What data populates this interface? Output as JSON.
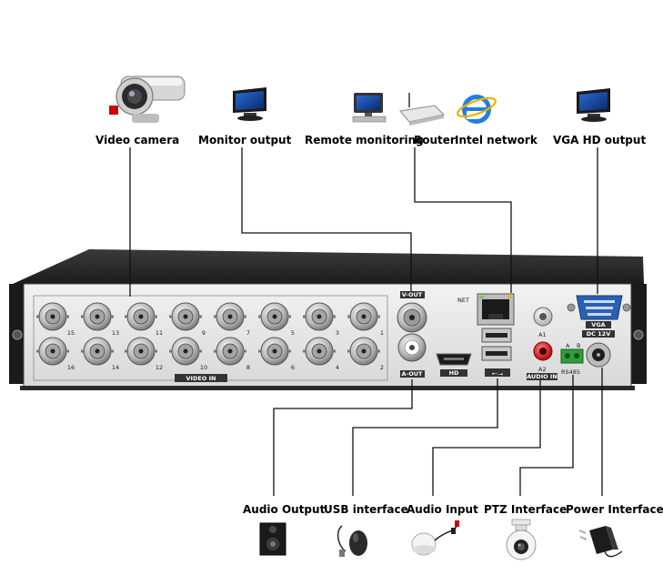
{
  "labels": {
    "video_camera": "Video camera",
    "monitor_output": "Monitor output",
    "remote_monitoring": "Remote monitoring",
    "router": "Router",
    "intel_network": "Intel network",
    "vga_hd_output": "VGA HD output",
    "audio_output": "Audio Output",
    "usb_interface": "USB interface",
    "audio_input": "Audio Input",
    "ptz_interface": "PTZ Interface",
    "power_interface": "Power Interface"
  },
  "panel": {
    "channels_top": [
      "15",
      "13",
      "11",
      "9",
      "7",
      "5",
      "3",
      "1"
    ],
    "channels_bottom": [
      "16",
      "14",
      "12",
      "10",
      "8",
      "6",
      "4",
      "2"
    ],
    "video_in": "VIDEO IN",
    "v_out": "V-OUT",
    "a_out": "A-OUT",
    "net": "NET",
    "hd": "HD",
    "a1": "A1",
    "a2": "A2",
    "audio_in": "AUDIO IN",
    "vga": "VGA",
    "dc12v": "DC 12V",
    "rs485": "RS485",
    "rs_a": "A",
    "rs_b": "B"
  }
}
